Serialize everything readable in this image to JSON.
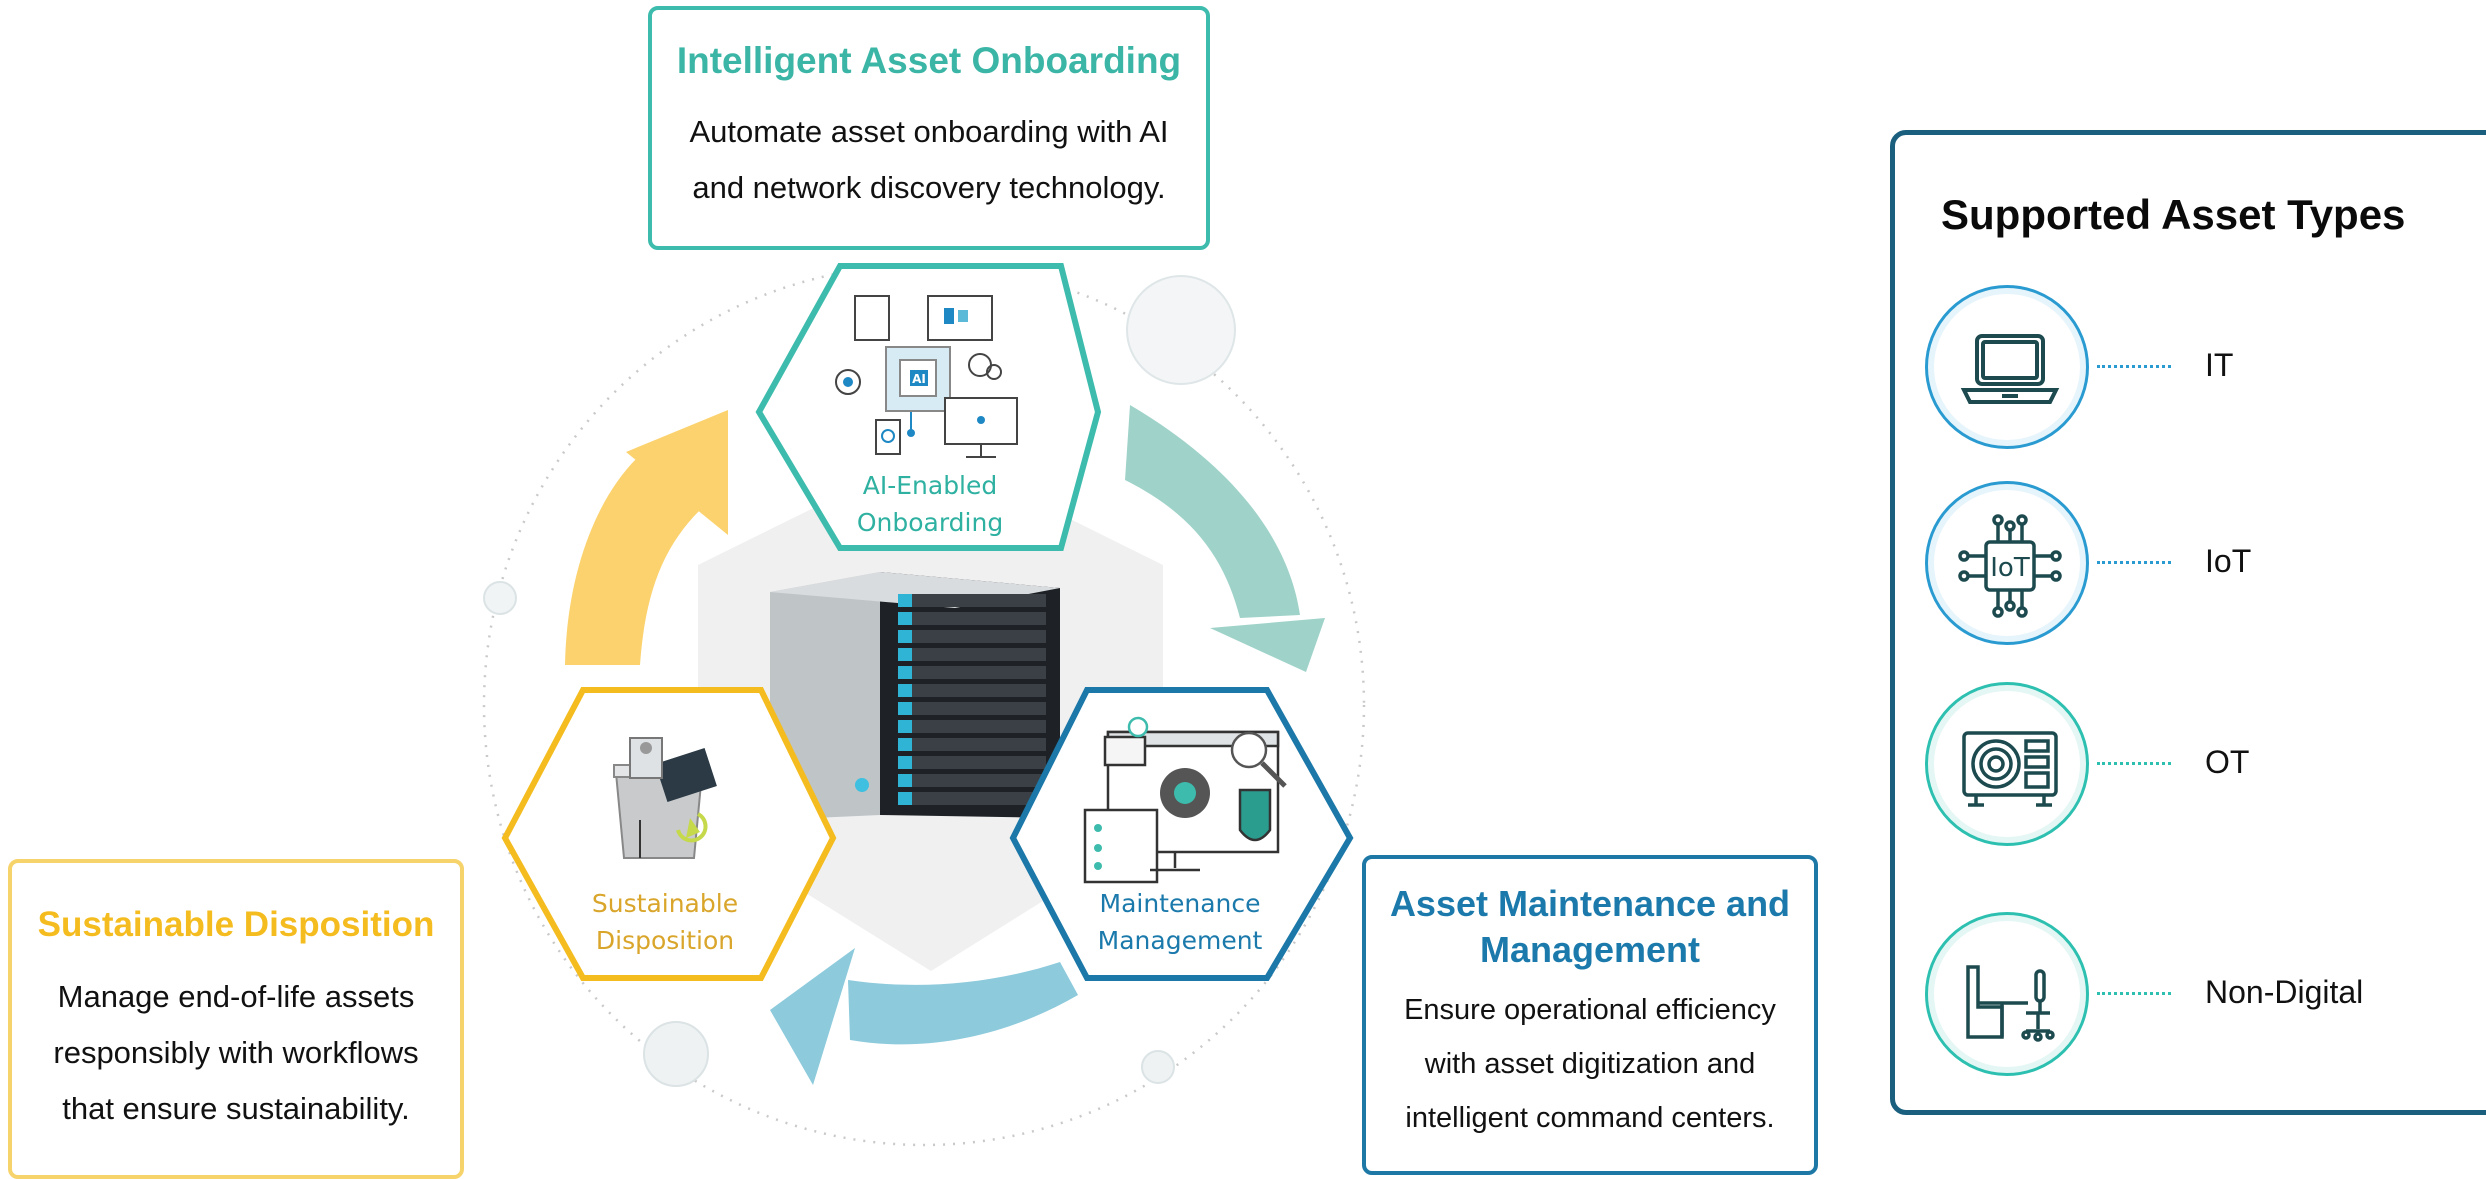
{
  "onboarding_card": {
    "title": "Intelligent Asset Onboarding",
    "body": "Automate asset onboarding with AI and network discovery technology."
  },
  "disposition_card": {
    "title": "Sustainable Disposition",
    "body": "Manage end-of-life assets responsibly with workflows that ensure sustainability."
  },
  "maintenance_card": {
    "title": "Asset Maintenance and Management",
    "body": "Ensure operational efficiency with asset digitization and intelligent command centers."
  },
  "cycle": {
    "onboarding_hex": {
      "line1": "AI-Enabled",
      "line2": "Onboarding",
      "chip": "AI"
    },
    "maintenance_hex": {
      "line1": "Maintenance",
      "line2": "Management"
    },
    "disposition_hex": {
      "line1": "Sustainable",
      "line2": "Disposition"
    }
  },
  "asset_panel": {
    "title": "Supported Asset Types",
    "types": [
      {
        "label": "IT",
        "icon": "laptop-icon"
      },
      {
        "label": "IoT",
        "icon": "iot-chip-icon",
        "chip_text": "IoT"
      },
      {
        "label": "OT",
        "icon": "industrial-unit-icon"
      },
      {
        "label": "Non-Digital",
        "icon": "furniture-icon"
      }
    ]
  },
  "colors": {
    "teal": "#3dbcad",
    "yellow": "#f4bc1f",
    "blue": "#1b7aab",
    "navy": "#1b5f7e"
  }
}
